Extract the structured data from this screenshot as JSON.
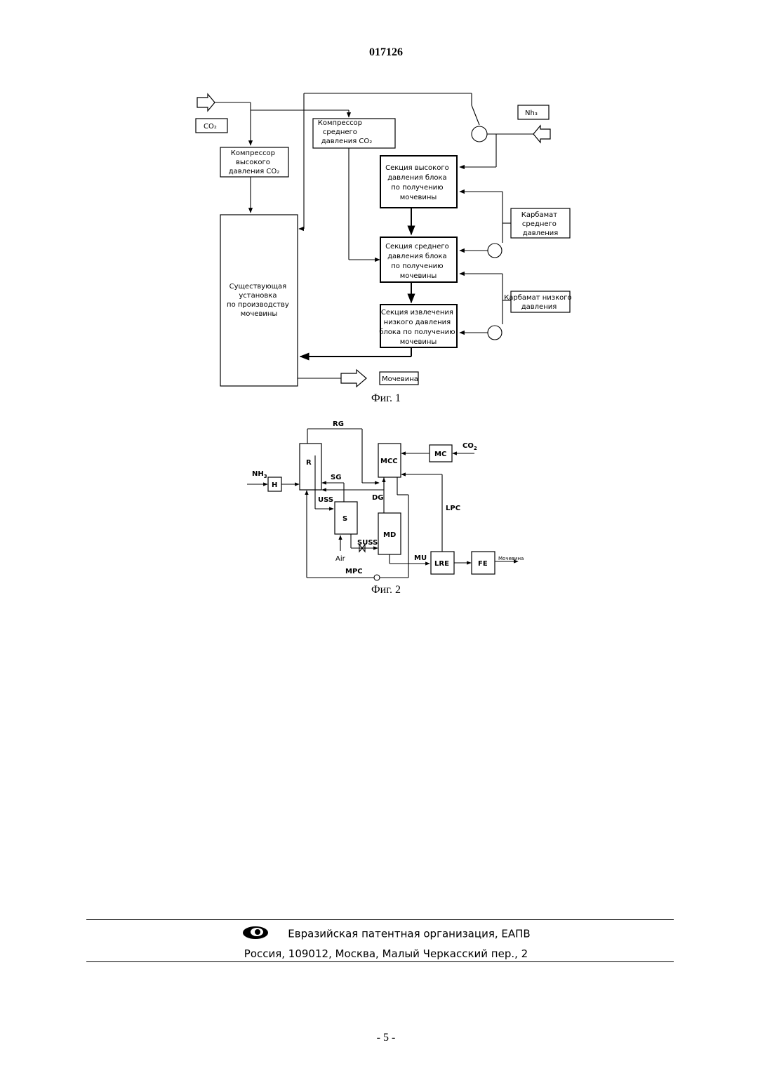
{
  "header": {
    "doc_number": "017126"
  },
  "figure1": {
    "caption": "Фиг. 1",
    "co2_label": "CO₂",
    "nh3_label": "Nh₃",
    "hp_compressor": [
      "Компрессор",
      "высокого",
      "давления CO₂"
    ],
    "mp_compressor": [
      "Компрессор",
      "среднего",
      "давления CO₂"
    ],
    "hp_section": [
      "Секция высокого",
      "давления блока",
      "по получению",
      "мочевины"
    ],
    "mp_section": [
      "Секция среднего",
      "давления блока",
      "по получению",
      "мочевины"
    ],
    "lp_section": [
      "Секция извлечения",
      "низкого давления",
      "блока по получению",
      "мочевины"
    ],
    "existing_plant": [
      "Существующая",
      "установка",
      "по производству",
      "мочевины"
    ],
    "mp_carbamate": [
      "Карбамат",
      "среднего",
      "давления"
    ],
    "lp_carbamate": [
      "Карбамат низкого",
      "давления"
    ],
    "urea_label": "Мочевина"
  },
  "figure2": {
    "caption": "Фиг. 2",
    "nodes": {
      "R": "R",
      "H": "H",
      "S": "S",
      "MCC": "MCC",
      "MC": "MC",
      "MD": "MD",
      "LRE": "LRE",
      "FE": "FE"
    },
    "streams": {
      "RG": "RG",
      "SG": "SG",
      "USS": "USS",
      "DG": "DG",
      "SUSS": "SUSS",
      "Air": "Air",
      "MU": "MU",
      "MPC": "MPC",
      "LPC": "LPC"
    },
    "nh3": "NH",
    "nh3_sub": "3",
    "co2": "CO",
    "co2_sub": "2",
    "urea_out": "Мочевина"
  },
  "footer": {
    "org": "Евразийская патентная организация, ЕАПВ",
    "address": "Россия, 109012, Москва, Малый Черкасский пер., 2"
  },
  "page_number": "- 5 -"
}
